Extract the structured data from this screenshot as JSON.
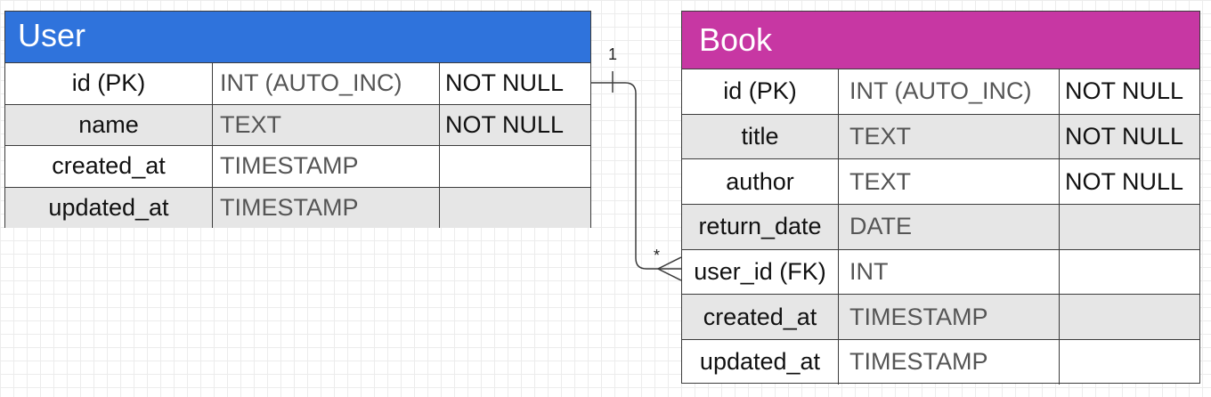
{
  "entities": {
    "user": {
      "title": "User",
      "color": "#2f73dc",
      "rows": [
        {
          "name": "id (PK)",
          "type": "INT (AUTO_INC)",
          "constraint": "NOT NULL"
        },
        {
          "name": "name",
          "type": "TEXT",
          "constraint": "NOT NULL"
        },
        {
          "name": "created_at",
          "type": "TIMESTAMP",
          "constraint": ""
        },
        {
          "name": "updated_at",
          "type": "TIMESTAMP",
          "constraint": ""
        }
      ]
    },
    "book": {
      "title": "Book",
      "color": "#c737a3",
      "rows": [
        {
          "name": "id (PK)",
          "type": "INT (AUTO_INC)",
          "constraint": "NOT NULL"
        },
        {
          "name": "title",
          "type": "TEXT",
          "constraint": "NOT NULL"
        },
        {
          "name": "author",
          "type": "TEXT",
          "constraint": "NOT NULL"
        },
        {
          "name": "return_date",
          "type": "DATE",
          "constraint": ""
        },
        {
          "name": "user_id (FK)",
          "type": "INT",
          "constraint": ""
        },
        {
          "name": "created_at",
          "type": "TIMESTAMP",
          "constraint": ""
        },
        {
          "name": "updated_at",
          "type": "TIMESTAMP",
          "constraint": ""
        }
      ]
    }
  },
  "relationship": {
    "from_cardinality": "1",
    "to_cardinality": "*",
    "line_color": "#3c3c3c"
  }
}
